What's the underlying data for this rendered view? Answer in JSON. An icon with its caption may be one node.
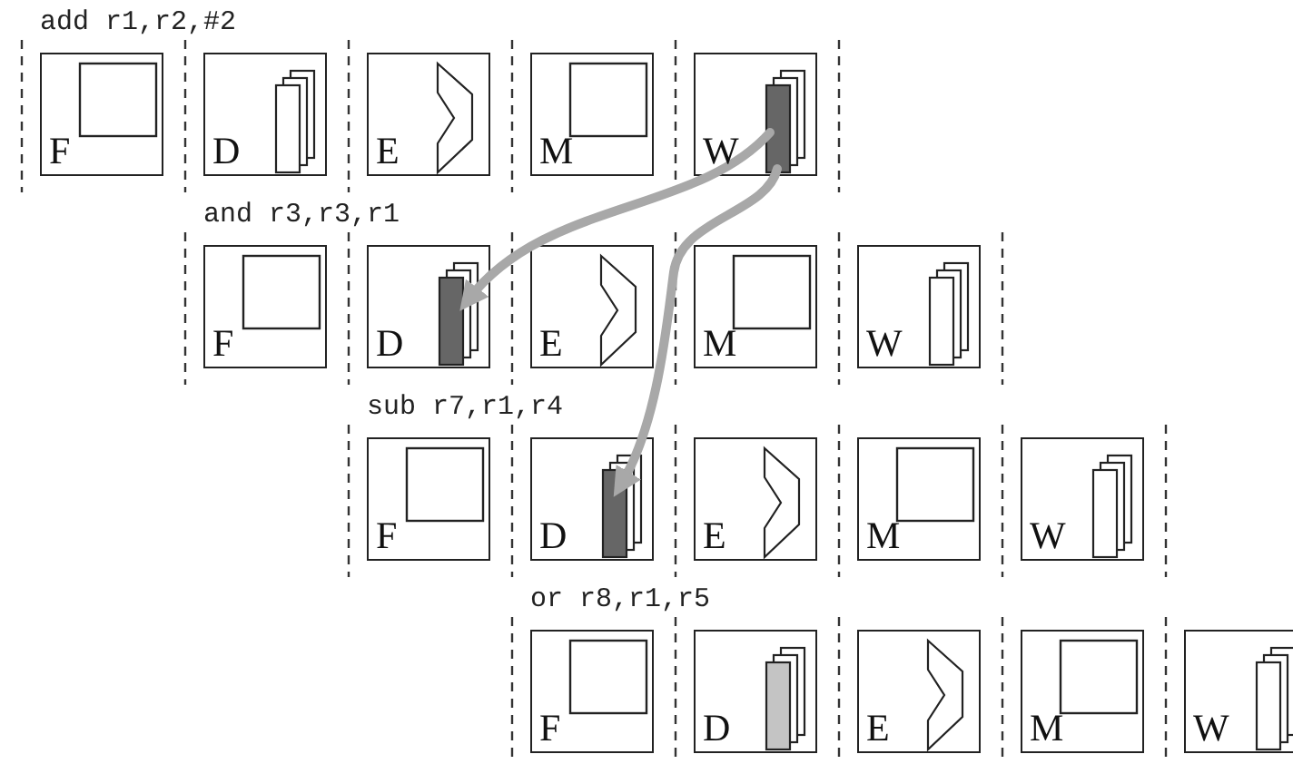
{
  "diagram": {
    "nodes": [
      {
        "text": [
          "F"
        ]
      },
      {
        "text": [
          "D"
        ]
      },
      {
        "text": [
          "E"
        ]
      },
      {
        "text": [
          "M"
        ]
      },
      {
        "text": [
          "W"
        ]
      },
      {
        "text": [
          "F"
        ]
      },
      {
        "text": [
          "D"
        ]
      },
      {
        "text": [
          "E"
        ]
      },
      {
        "text": [
          "M"
        ]
      },
      {
        "text": [
          "W"
        ]
      },
      {
        "text": [
          "F"
        ]
      },
      {
        "text": [
          "D"
        ]
      },
      {
        "text": [
          "E"
        ]
      },
      {
        "text": [
          "M"
        ]
      },
      {
        "text": [
          "W"
        ]
      },
      {
        "text": [
          "F"
        ]
      },
      {
        "text": [
          "D"
        ]
      },
      {
        "text": [
          "E"
        ]
      },
      {
        "text": [
          "M"
        ]
      },
      {
        "text": [
          "W"
        ]
      }
    ],
    "edges": [
      {
        "from": 4,
        "to": 6,
        "arrow": "to"
      },
      {
        "from": 4,
        "to": 11,
        "arrow": "to"
      }
    ],
    "labels": [
      "add r1,r2,#2",
      "and r3,r3,r1",
      "sub r7,r1,r4",
      "or r8,r1,r5"
    ]
  }
}
